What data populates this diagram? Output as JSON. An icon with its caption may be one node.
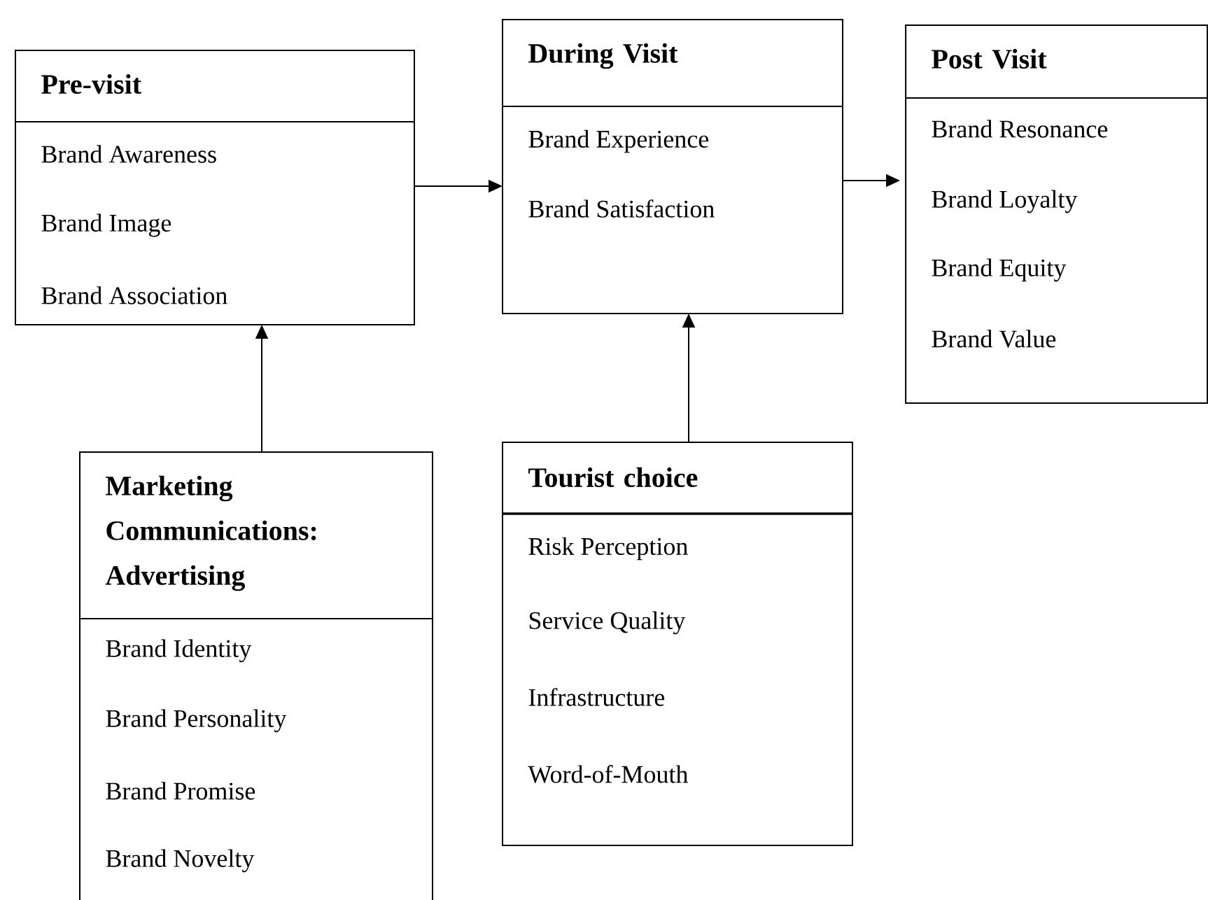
{
  "diagram": {
    "nodes": [
      {
        "text": [
          "Pre-visit",
          "Brand Awareness",
          "Brand Image",
          "Brand Association"
        ]
      },
      {
        "text": [
          "During Visit",
          "Brand Experience",
          "Brand Satisfaction"
        ]
      },
      {
        "text": [
          "Post Visit",
          "Brand Resonance",
          "Brand Loyalty",
          "Brand Equity",
          "Brand Value"
        ]
      },
      {
        "text": [
          "Marketing Communications: Advertising",
          "Brand Identity",
          "Brand Personality",
          "Brand Promise",
          "Brand Novelty"
        ]
      },
      {
        "text": [
          "Tourist choice",
          "Risk Perception",
          "Service Quality",
          "Infrastructure",
          "Word-of-Mouth"
        ]
      }
    ],
    "edges": [
      {
        "from": 0,
        "to": 1,
        "arrow": "to"
      },
      {
        "from": 1,
        "to": 2,
        "arrow": "to"
      },
      {
        "from": 3,
        "to": 0,
        "arrow": "to"
      },
      {
        "from": 4,
        "to": 1,
        "arrow": "to"
      }
    ]
  }
}
